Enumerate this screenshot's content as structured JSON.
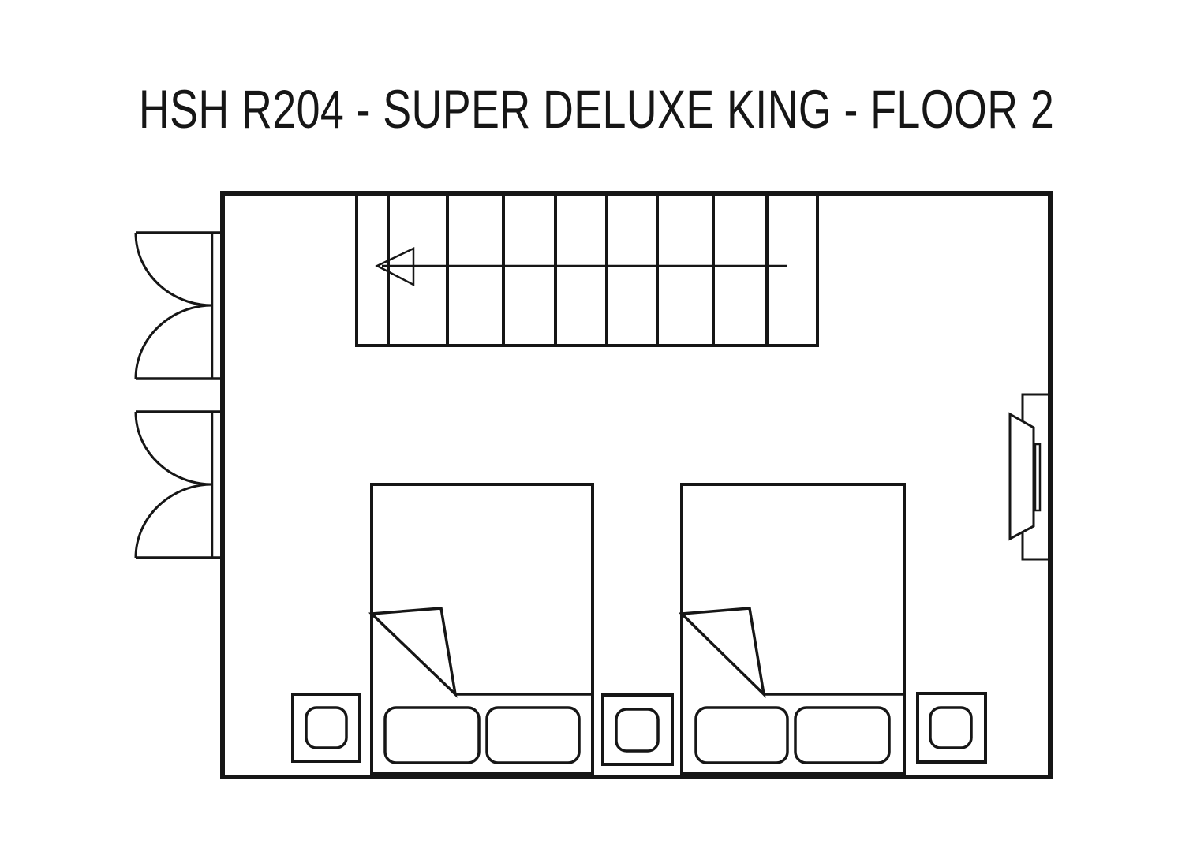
{
  "title": "HSH R204 - SUPER DELUXE KING - FLOOR 2",
  "room": {
    "code": "HSH R204",
    "type": "SUPER DELUXE KING",
    "floor": "2"
  },
  "colors": {
    "line": "#161616",
    "background": "#ffffff"
  },
  "plan": {
    "staircase": {
      "treads": 9,
      "arrow_direction": "left"
    },
    "doors": [
      {
        "id": "double-swing-door-upper",
        "wall": "left",
        "leaves": 2
      },
      {
        "id": "double-swing-door-lower",
        "wall": "left",
        "leaves": 2
      }
    ],
    "beds": [
      {
        "id": "bed-1",
        "pillows": 2,
        "folded_corner": true
      },
      {
        "id": "bed-2",
        "pillows": 2,
        "folded_corner": true
      }
    ],
    "nightstands": 3,
    "wall_tv": {
      "wall": "right"
    }
  }
}
